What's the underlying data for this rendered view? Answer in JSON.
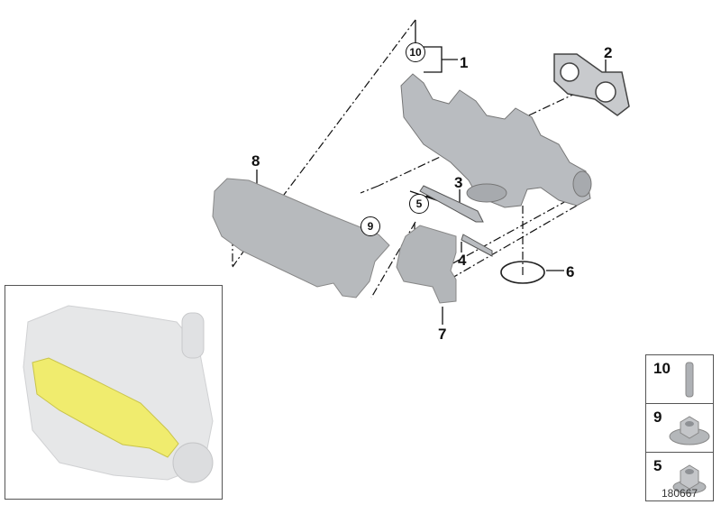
{
  "diagram": {
    "type": "exploded-parts-diagram",
    "subject": "exhaust manifold with heat shields",
    "callouts": [
      {
        "num": "1",
        "part": "exhaust manifold"
      },
      {
        "num": "2",
        "part": "gasket"
      },
      {
        "num": "3",
        "part": "bracket strut"
      },
      {
        "num": "4",
        "part": "bracket strap"
      },
      {
        "num": "5",
        "part": "flange nut",
        "circled": true
      },
      {
        "num": "6",
        "part": "seal ring"
      },
      {
        "num": "7",
        "part": "turbo heat shield"
      },
      {
        "num": "8",
        "part": "manifold heat shield"
      },
      {
        "num": "9",
        "part": "hex nut with washer",
        "circled": true
      },
      {
        "num": "10",
        "part": "stud bolt",
        "circled": true
      }
    ],
    "legend": [
      {
        "num": "10",
        "icon": "stud-bolt-icon"
      },
      {
        "num": "9",
        "icon": "hex-washer-nut-icon"
      },
      {
        "num": "5",
        "icon": "flange-nut-icon"
      }
    ],
    "inset": {
      "label": "engine location overview",
      "highlight_color": "#f2ee7a"
    },
    "document_id": "180667",
    "colors": {
      "part_gray": "#b9bcc0",
      "line": "#111111",
      "highlight": "#f0ec6e"
    }
  }
}
